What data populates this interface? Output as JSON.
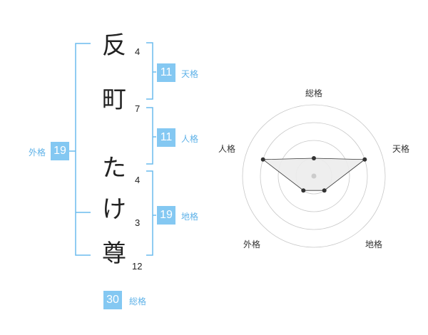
{
  "name_chars": [
    {
      "char": "反",
      "strokes": "4"
    },
    {
      "char": "町",
      "strokes": "7"
    },
    {
      "char": "た",
      "strokes": "4"
    },
    {
      "char": "け",
      "strokes": "3"
    },
    {
      "char": "尊",
      "strokes": "12"
    }
  ],
  "grades": {
    "tenkaku": {
      "value": "11",
      "label": "天格"
    },
    "jinkaku": {
      "value": "11",
      "label": "人格"
    },
    "chikaku": {
      "value": "19",
      "label": "地格"
    },
    "gaikaku": {
      "value": "19",
      "label": "外格"
    },
    "soukaku": {
      "value": "30",
      "label": "総格"
    }
  },
  "chart_data": {
    "type": "radar",
    "axes": [
      "総格",
      "天格",
      "地格",
      "外格",
      "人格"
    ],
    "levels": 4,
    "range": [
      0,
      4
    ],
    "values": [
      1,
      3,
      1,
      1,
      3
    ],
    "grid": true
  },
  "colors": {
    "accent": "#84c8f2",
    "bracket": "#6bbcee",
    "caption": "#5fb2e8",
    "grid": "#c8c8c8",
    "polygon_fill": "#ececec",
    "line": "#333333"
  }
}
